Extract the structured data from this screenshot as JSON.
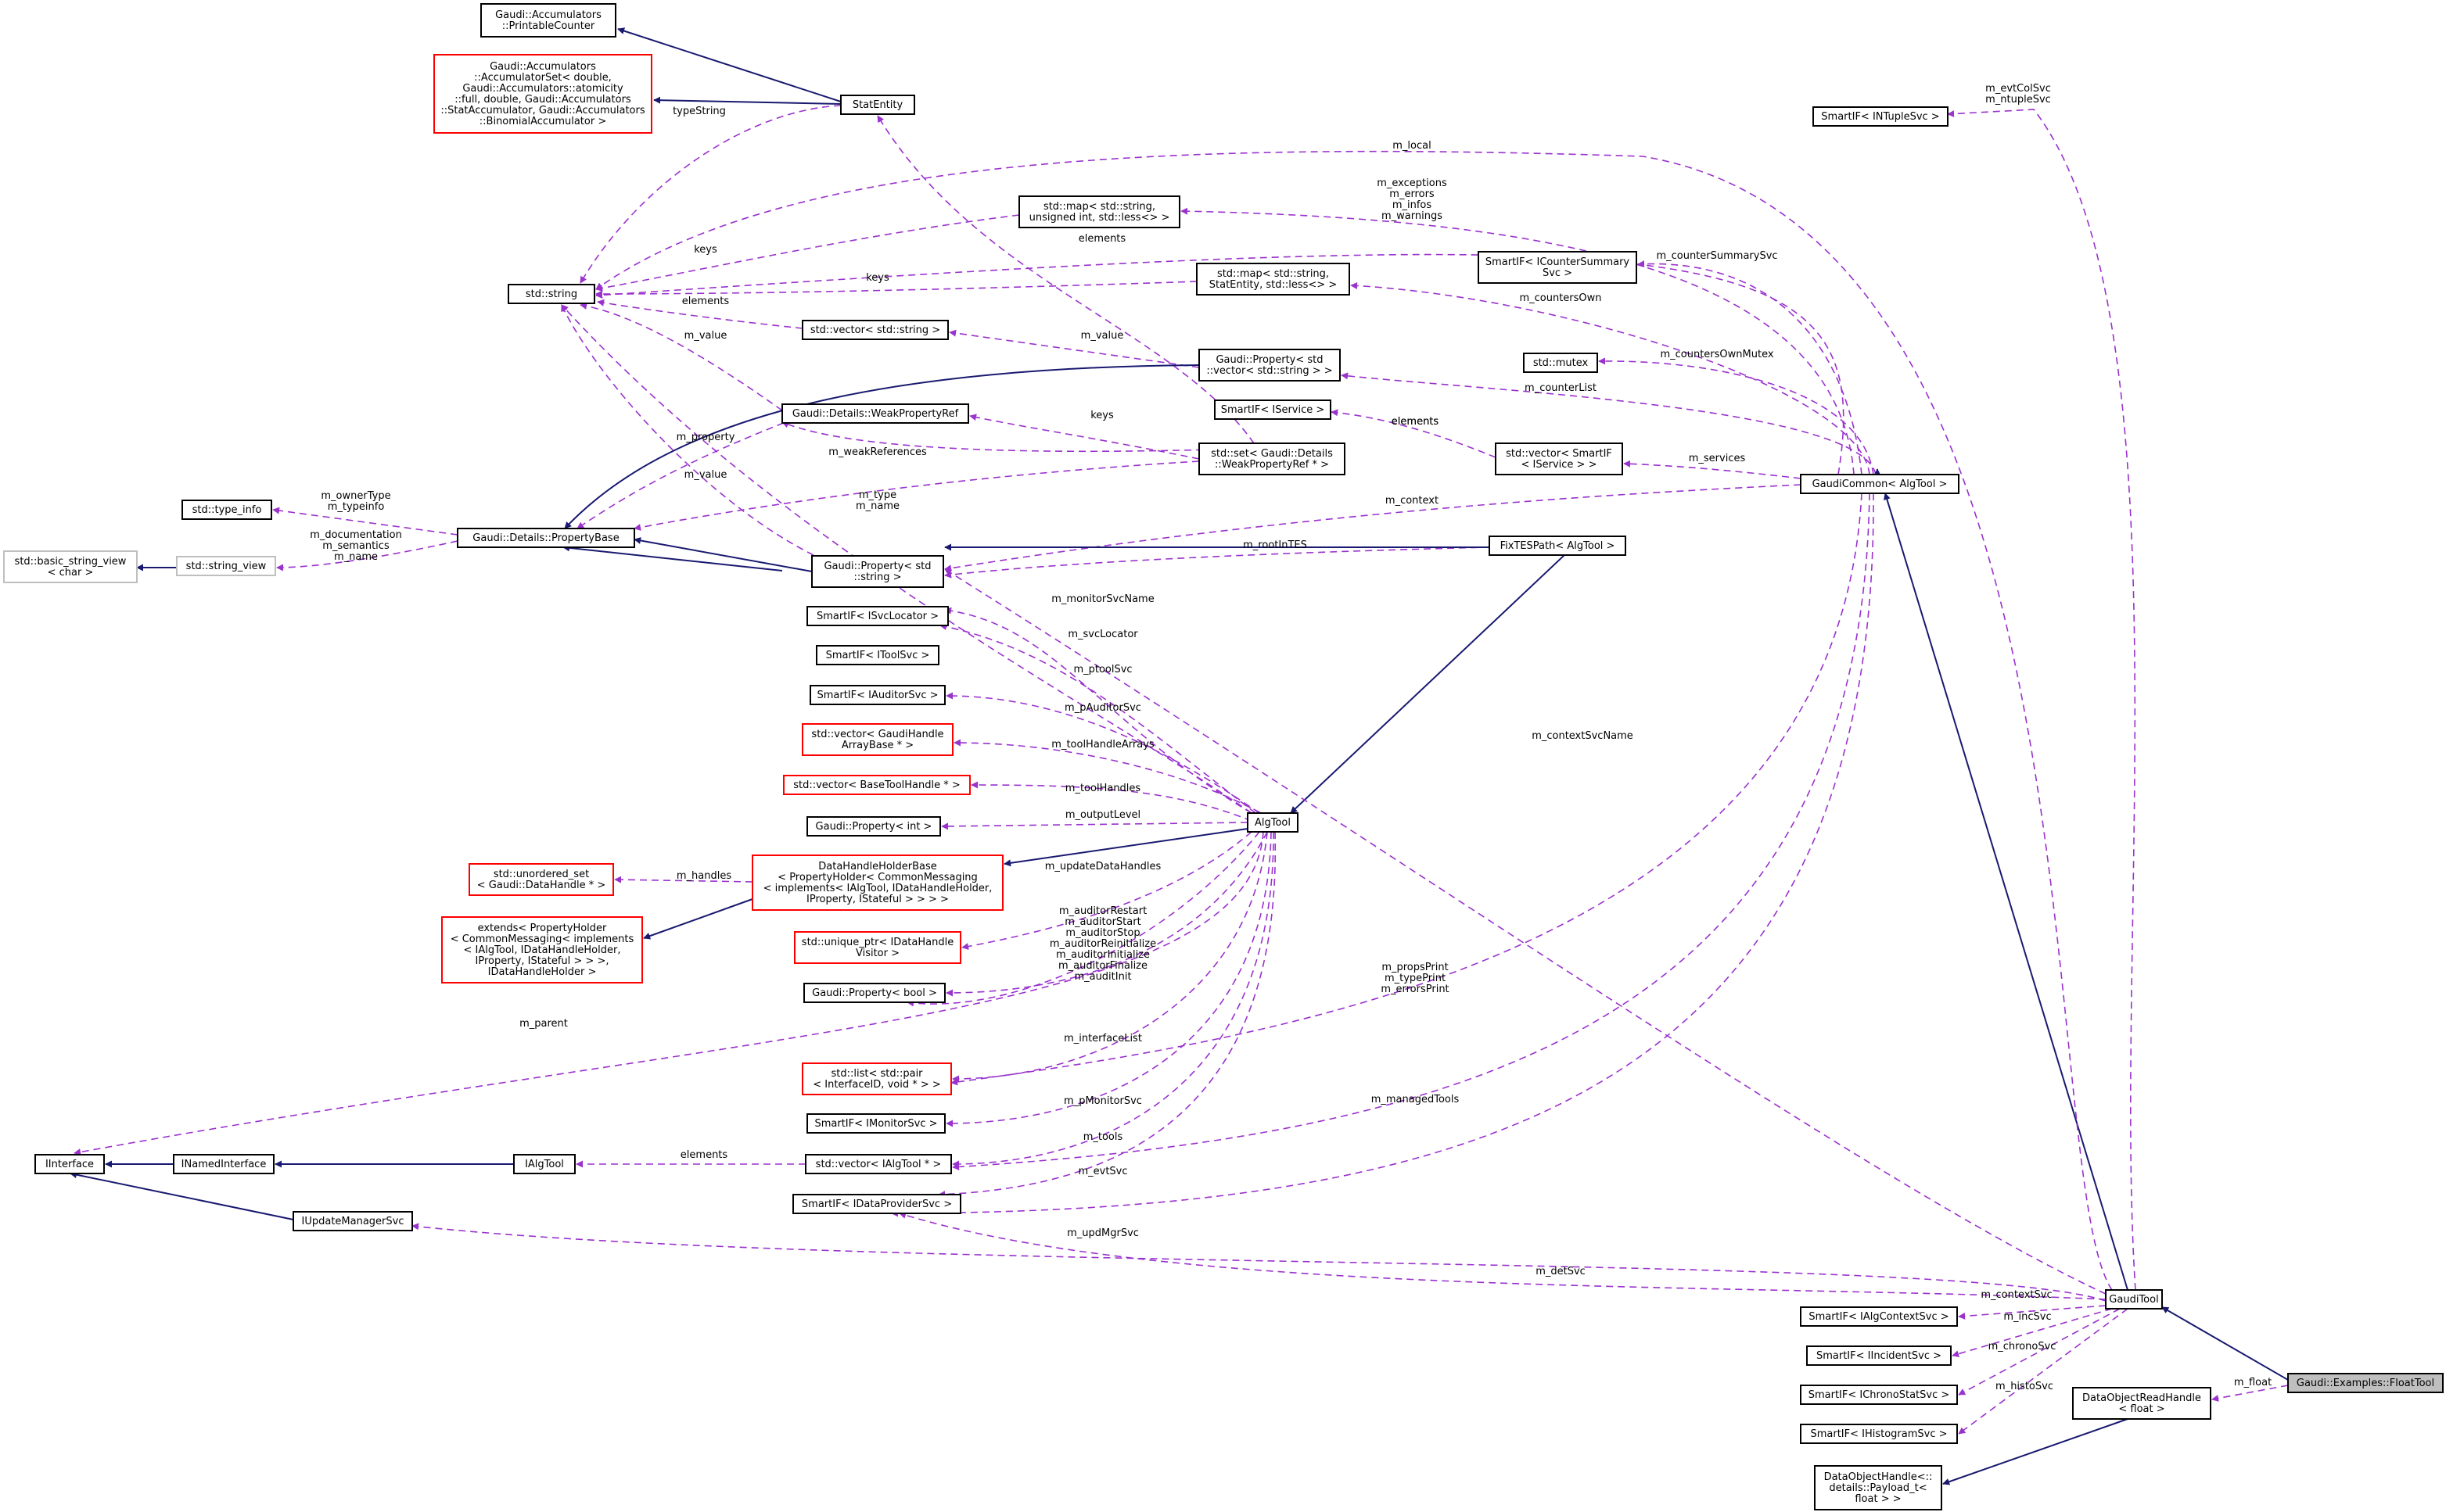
{
  "diagram": {
    "nodes": [
      {
        "id": "printableCounter",
        "lines": [
          "Gaudi::Accumulators",
          "::PrintableCounter"
        ],
        "style": "normal"
      },
      {
        "id": "accumulatorSet",
        "lines": [
          "Gaudi::Accumulators",
          "::AccumulatorSet< double,",
          "Gaudi::Accumulators::atomicity",
          "::full, double, Gaudi::Accumulators",
          "::StatAccumulator, Gaudi::Accumulators",
          "::BinomialAccumulator >"
        ],
        "style": "red"
      },
      {
        "id": "statEntity",
        "lines": [
          "StatEntity"
        ],
        "style": "normal"
      },
      {
        "id": "stdString",
        "lines": [
          "std::string"
        ],
        "style": "normal"
      },
      {
        "id": "mapUint",
        "lines": [
          "std::map< std::string,",
          "unsigned int, std::less<> >"
        ],
        "style": "normal"
      },
      {
        "id": "mapStat",
        "lines": [
          "std::map< std::string,",
          "StatEntity, std::less<> >"
        ],
        "style": "normal"
      },
      {
        "id": "vecString",
        "lines": [
          "std::vector< std::string >"
        ],
        "style": "normal"
      },
      {
        "id": "propVecString",
        "lines": [
          "Gaudi::Property< std",
          "::vector< std::string > >"
        ],
        "style": "normal"
      },
      {
        "id": "weakPropRef",
        "lines": [
          "Gaudi::Details::WeakPropertyRef"
        ],
        "style": "normal"
      },
      {
        "id": "setWeakRef",
        "lines": [
          "std::set< Gaudi::Details",
          "::WeakPropertyRef * >"
        ],
        "style": "normal"
      },
      {
        "id": "typeInfo",
        "lines": [
          "std::type_info"
        ],
        "style": "normal"
      },
      {
        "id": "basicStringView",
        "lines": [
          "std::basic_string_view",
          "< char >"
        ],
        "style": "gray"
      },
      {
        "id": "stringView",
        "lines": [
          "std::string_view"
        ],
        "style": "gray"
      },
      {
        "id": "propertyBase",
        "lines": [
          "Gaudi::Details::PropertyBase"
        ],
        "style": "normal"
      },
      {
        "id": "propString",
        "lines": [
          "Gaudi::Property< std",
          "::string >"
        ],
        "style": "normal"
      },
      {
        "id": "svcLocator",
        "lines": [
          "SmartIF< ISvcLocator >"
        ],
        "style": "normal"
      },
      {
        "id": "toolSvc",
        "lines": [
          "SmartIF< IToolSvc >"
        ],
        "style": "normal"
      },
      {
        "id": "auditorSvc",
        "lines": [
          "SmartIF< IAuditorSvc >"
        ],
        "style": "normal"
      },
      {
        "id": "vecGaudiHandle",
        "lines": [
          "std::vector< GaudiHandle",
          "ArrayBase * >"
        ],
        "style": "red"
      },
      {
        "id": "vecBaseTool",
        "lines": [
          "std::vector< BaseToolHandle * >"
        ],
        "style": "red"
      },
      {
        "id": "propInt",
        "lines": [
          "Gaudi::Property< int >"
        ],
        "style": "normal"
      },
      {
        "id": "unorderedSet",
        "lines": [
          "std::unordered_set",
          "< Gaudi::DataHandle * >"
        ],
        "style": "red"
      },
      {
        "id": "dataHandleHolder",
        "lines": [
          "DataHandleHolderBase",
          "< PropertyHolder< CommonMessaging",
          "< implements< IAlgTool, IDataHandleHolder,",
          "IProperty, IStateful > > > >"
        ],
        "style": "red"
      },
      {
        "id": "extendsPH",
        "lines": [
          "extends< PropertyHolder",
          "< CommonMessaging< implements",
          "< IAlgTool, IDataHandleHolder,",
          "IProperty, IStateful > > >,",
          "IDataHandleHolder >"
        ],
        "style": "red"
      },
      {
        "id": "uniquePtr",
        "lines": [
          "std::unique_ptr< IDataHandle",
          "Visitor >"
        ],
        "style": "red"
      },
      {
        "id": "propBool",
        "lines": [
          "Gaudi::Property< bool >"
        ],
        "style": "normal"
      },
      {
        "id": "listPair",
        "lines": [
          "std::list< std::pair",
          "< InterfaceID, void * > >"
        ],
        "style": "red"
      },
      {
        "id": "monitorSvc",
        "lines": [
          "SmartIF< IMonitorSvc >"
        ],
        "style": "normal"
      },
      {
        "id": "iInterface",
        "lines": [
          "IInterface"
        ],
        "style": "normal"
      },
      {
        "id": "iNamedInterface",
        "lines": [
          "INamedInterface"
        ],
        "style": "normal"
      },
      {
        "id": "iAlgTool",
        "lines": [
          "IAlgTool"
        ],
        "style": "normal"
      },
      {
        "id": "vecIAlgTool",
        "lines": [
          "std::vector< IAlgTool * >"
        ],
        "style": "normal"
      },
      {
        "id": "dataProviderSvc",
        "lines": [
          "SmartIF< IDataProviderSvc >"
        ],
        "style": "normal"
      },
      {
        "id": "iUpdateManager",
        "lines": [
          "IUpdateManagerSvc"
        ],
        "style": "normal"
      },
      {
        "id": "counterSummarySvc",
        "lines": [
          "SmartIF< ICounterSummary",
          "Svc >"
        ],
        "style": "normal"
      },
      {
        "id": "stdMutex",
        "lines": [
          "std::mutex"
        ],
        "style": "normal"
      },
      {
        "id": "iService",
        "lines": [
          "SmartIF< IService >"
        ],
        "style": "normal"
      },
      {
        "id": "vecIService",
        "lines": [
          "std::vector< SmartIF",
          "< IService > >"
        ],
        "style": "normal"
      },
      {
        "id": "gaudiCommon",
        "lines": [
          "GaudiCommon< AlgTool >"
        ],
        "style": "normal"
      },
      {
        "id": "fixTESPath",
        "lines": [
          "FixTESPath< AlgTool >"
        ],
        "style": "normal"
      },
      {
        "id": "algTool",
        "lines": [
          "AlgTool"
        ],
        "style": "normal"
      },
      {
        "id": "ntupleSvc",
        "lines": [
          "SmartIF< INTupleSvc >"
        ],
        "style": "normal"
      },
      {
        "id": "gaudiTool",
        "lines": [
          "GaudiTool"
        ],
        "style": "normal"
      },
      {
        "id": "algContextSvc",
        "lines": [
          "SmartIF< IAlgContextSvc >"
        ],
        "style": "normal"
      },
      {
        "id": "incidentSvc",
        "lines": [
          "SmartIF< IIncidentSvc >"
        ],
        "style": "normal"
      },
      {
        "id": "chronoStatSvc",
        "lines": [
          "SmartIF< IChronoStatSvc >"
        ],
        "style": "normal"
      },
      {
        "id": "histogramSvc",
        "lines": [
          "SmartIF< IHistogramSvc >"
        ],
        "style": "normal"
      },
      {
        "id": "dataObjectReadHandle",
        "lines": [
          "DataObjectReadHandle",
          "< float >"
        ],
        "style": "normal"
      },
      {
        "id": "dataObjectHandle",
        "lines": [
          "DataObjectHandle<::",
          "details::Payload_t<",
          "float > >"
        ],
        "style": "normal"
      },
      {
        "id": "floatTool",
        "lines": [
          "Gaudi::Examples::FloatTool"
        ],
        "style": "highlight"
      }
    ],
    "edge_labels": [
      {
        "id": "typeString",
        "lines": [
          "typeString"
        ]
      },
      {
        "id": "keys1",
        "lines": [
          "keys"
        ]
      },
      {
        "id": "keys2",
        "lines": [
          "keys"
        ]
      },
      {
        "id": "elements1",
        "lines": [
          "elements"
        ]
      },
      {
        "id": "elements2",
        "lines": [
          "elements"
        ]
      },
      {
        "id": "mvalue1",
        "lines": [
          "m_value"
        ]
      },
      {
        "id": "mvalue2",
        "lines": [
          "m_value"
        ]
      },
      {
        "id": "mvalue3",
        "lines": [
          "m_value"
        ]
      },
      {
        "id": "keys3",
        "lines": [
          "keys"
        ]
      },
      {
        "id": "mproperty",
        "lines": [
          "m_property"
        ]
      },
      {
        "id": "mweakrefs",
        "lines": [
          "m_weakReferences"
        ]
      },
      {
        "id": "elements3",
        "lines": [
          "elements"
        ]
      },
      {
        "id": "mownertype",
        "lines": [
          "m_ownerType",
          "m_typeinfo"
        ]
      },
      {
        "id": "mdoc",
        "lines": [
          "m_documentation",
          "m_semantics",
          "m_name"
        ]
      },
      {
        "id": "mtype",
        "lines": [
          "m_type",
          "m_name"
        ]
      },
      {
        "id": "mlocal",
        "lines": [
          "m_local"
        ]
      },
      {
        "id": "mexceptions",
        "lines": [
          "m_exceptions",
          "m_errors",
          "m_infos",
          "m_warnings"
        ]
      },
      {
        "id": "mcountersummary",
        "lines": [
          "m_counterSummarySvc"
        ]
      },
      {
        "id": "mcountersown",
        "lines": [
          "m_countersOwn"
        ]
      },
      {
        "id": "mcountersownmutex",
        "lines": [
          "m_countersOwnMutex"
        ]
      },
      {
        "id": "mcounterlist",
        "lines": [
          "m_counterList"
        ]
      },
      {
        "id": "melements4",
        "lines": [
          "elements"
        ]
      },
      {
        "id": "mservices",
        "lines": [
          "m_services"
        ]
      },
      {
        "id": "mcontext",
        "lines": [
          "m_context"
        ]
      },
      {
        "id": "mrootintes",
        "lines": [
          "m_rootInTES"
        ]
      },
      {
        "id": "mmonitorsvcname",
        "lines": [
          "m_monitorSvcName"
        ]
      },
      {
        "id": "msvclocator",
        "lines": [
          "m_svcLocator"
        ]
      },
      {
        "id": "mptoolsvc",
        "lines": [
          "m_ptoolSvc"
        ]
      },
      {
        "id": "mpauditorsvc",
        "lines": [
          "m_pAuditorSvc"
        ]
      },
      {
        "id": "mtoolhandlearrays",
        "lines": [
          "m_toolHandleArrays"
        ]
      },
      {
        "id": "mtoolhandles",
        "lines": [
          "m_toolHandles"
        ]
      },
      {
        "id": "moutputlevel",
        "lines": [
          "m_outputLevel"
        ]
      },
      {
        "id": "mhandles",
        "lines": [
          "m_handles"
        ]
      },
      {
        "id": "mupdatedatahandles",
        "lines": [
          "m_updateDataHandles"
        ]
      },
      {
        "id": "mauditor",
        "lines": [
          "m_auditorRestart",
          "m_auditorStart",
          "m_auditorStop",
          "m_auditorReinitialize",
          "m_auditorInitialize",
          "m_auditorFinalize",
          "m_auditInit"
        ]
      },
      {
        "id": "mparent",
        "lines": [
          "m_parent"
        ]
      },
      {
        "id": "minterfacelist",
        "lines": [
          "m_interfaceList"
        ]
      },
      {
        "id": "mpmonitorsvc",
        "lines": [
          "m_pMonitorSvc"
        ]
      },
      {
        "id": "mtools",
        "lines": [
          "m_tools"
        ]
      },
      {
        "id": "melements5",
        "lines": [
          "elements"
        ]
      },
      {
        "id": "mevtsvc",
        "lines": [
          "m_evtSvc"
        ]
      },
      {
        "id": "mupdmgrsvc",
        "lines": [
          "m_updMgrSvc"
        ]
      },
      {
        "id": "mcontextsvcname",
        "lines": [
          "m_contextSvcName"
        ]
      },
      {
        "id": "mpropsprint",
        "lines": [
          "m_propsPrint",
          "m_typePrint",
          "m_errorsPrint"
        ]
      },
      {
        "id": "mmanagedtools",
        "lines": [
          "m_managedTools"
        ]
      },
      {
        "id": "mevtcolsvc",
        "lines": [
          "m_evtColSvc",
          "m_ntupleSvc"
        ]
      },
      {
        "id": "mdetsvc",
        "lines": [
          "m_detSvc"
        ]
      },
      {
        "id": "mcontextsvc",
        "lines": [
          "m_contextSvc"
        ]
      },
      {
        "id": "mincsvc",
        "lines": [
          "m_incSvc"
        ]
      },
      {
        "id": "mchronosvc",
        "lines": [
          "m_chronoSvc"
        ]
      },
      {
        "id": "mhistosvc",
        "lines": [
          "m_histoSvc"
        ]
      },
      {
        "id": "mfloat",
        "lines": [
          "m_float"
        ]
      }
    ],
    "colors": {
      "inheritance": "#191970",
      "usage": "#9a32cd",
      "external": "#ff0000",
      "highlight_fill": "#bfbfbf"
    }
  }
}
